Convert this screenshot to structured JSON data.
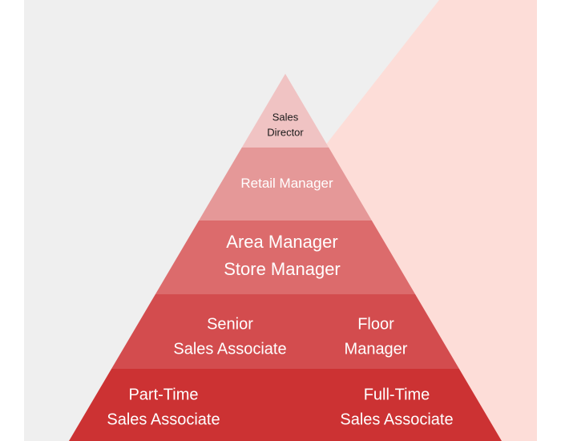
{
  "colors": {
    "page_background": "#ffffff",
    "panel_background": "#efefef",
    "accent_shape": "#fdddd8",
    "tier_1": "#f0c3c3",
    "tier_2": "#e59898",
    "tier_3": "#dc6b6c",
    "tier_4": "#d34c4e",
    "tier_5": "#cc3233",
    "text_dark": "#1a1a1a",
    "text_light": "#ffffff"
  },
  "pyramid": {
    "tiers": [
      {
        "labels": [
          {
            "lines": [
              "Sales",
              "Director"
            ]
          }
        ]
      },
      {
        "labels": [
          {
            "lines": [
              "Retail Manager"
            ]
          }
        ]
      },
      {
        "labels": [
          {
            "lines": [
              "Area Manager",
              "Store Manager"
            ]
          }
        ]
      },
      {
        "labels": [
          {
            "lines": [
              "Senior",
              "Sales Associate"
            ]
          },
          {
            "lines": [
              "Floor",
              "Manager"
            ]
          }
        ]
      },
      {
        "labels": [
          {
            "lines": [
              "Part-Time",
              "Sales Associate"
            ]
          },
          {
            "lines": [
              "Full-Time",
              "Sales Associate"
            ]
          }
        ]
      }
    ]
  }
}
